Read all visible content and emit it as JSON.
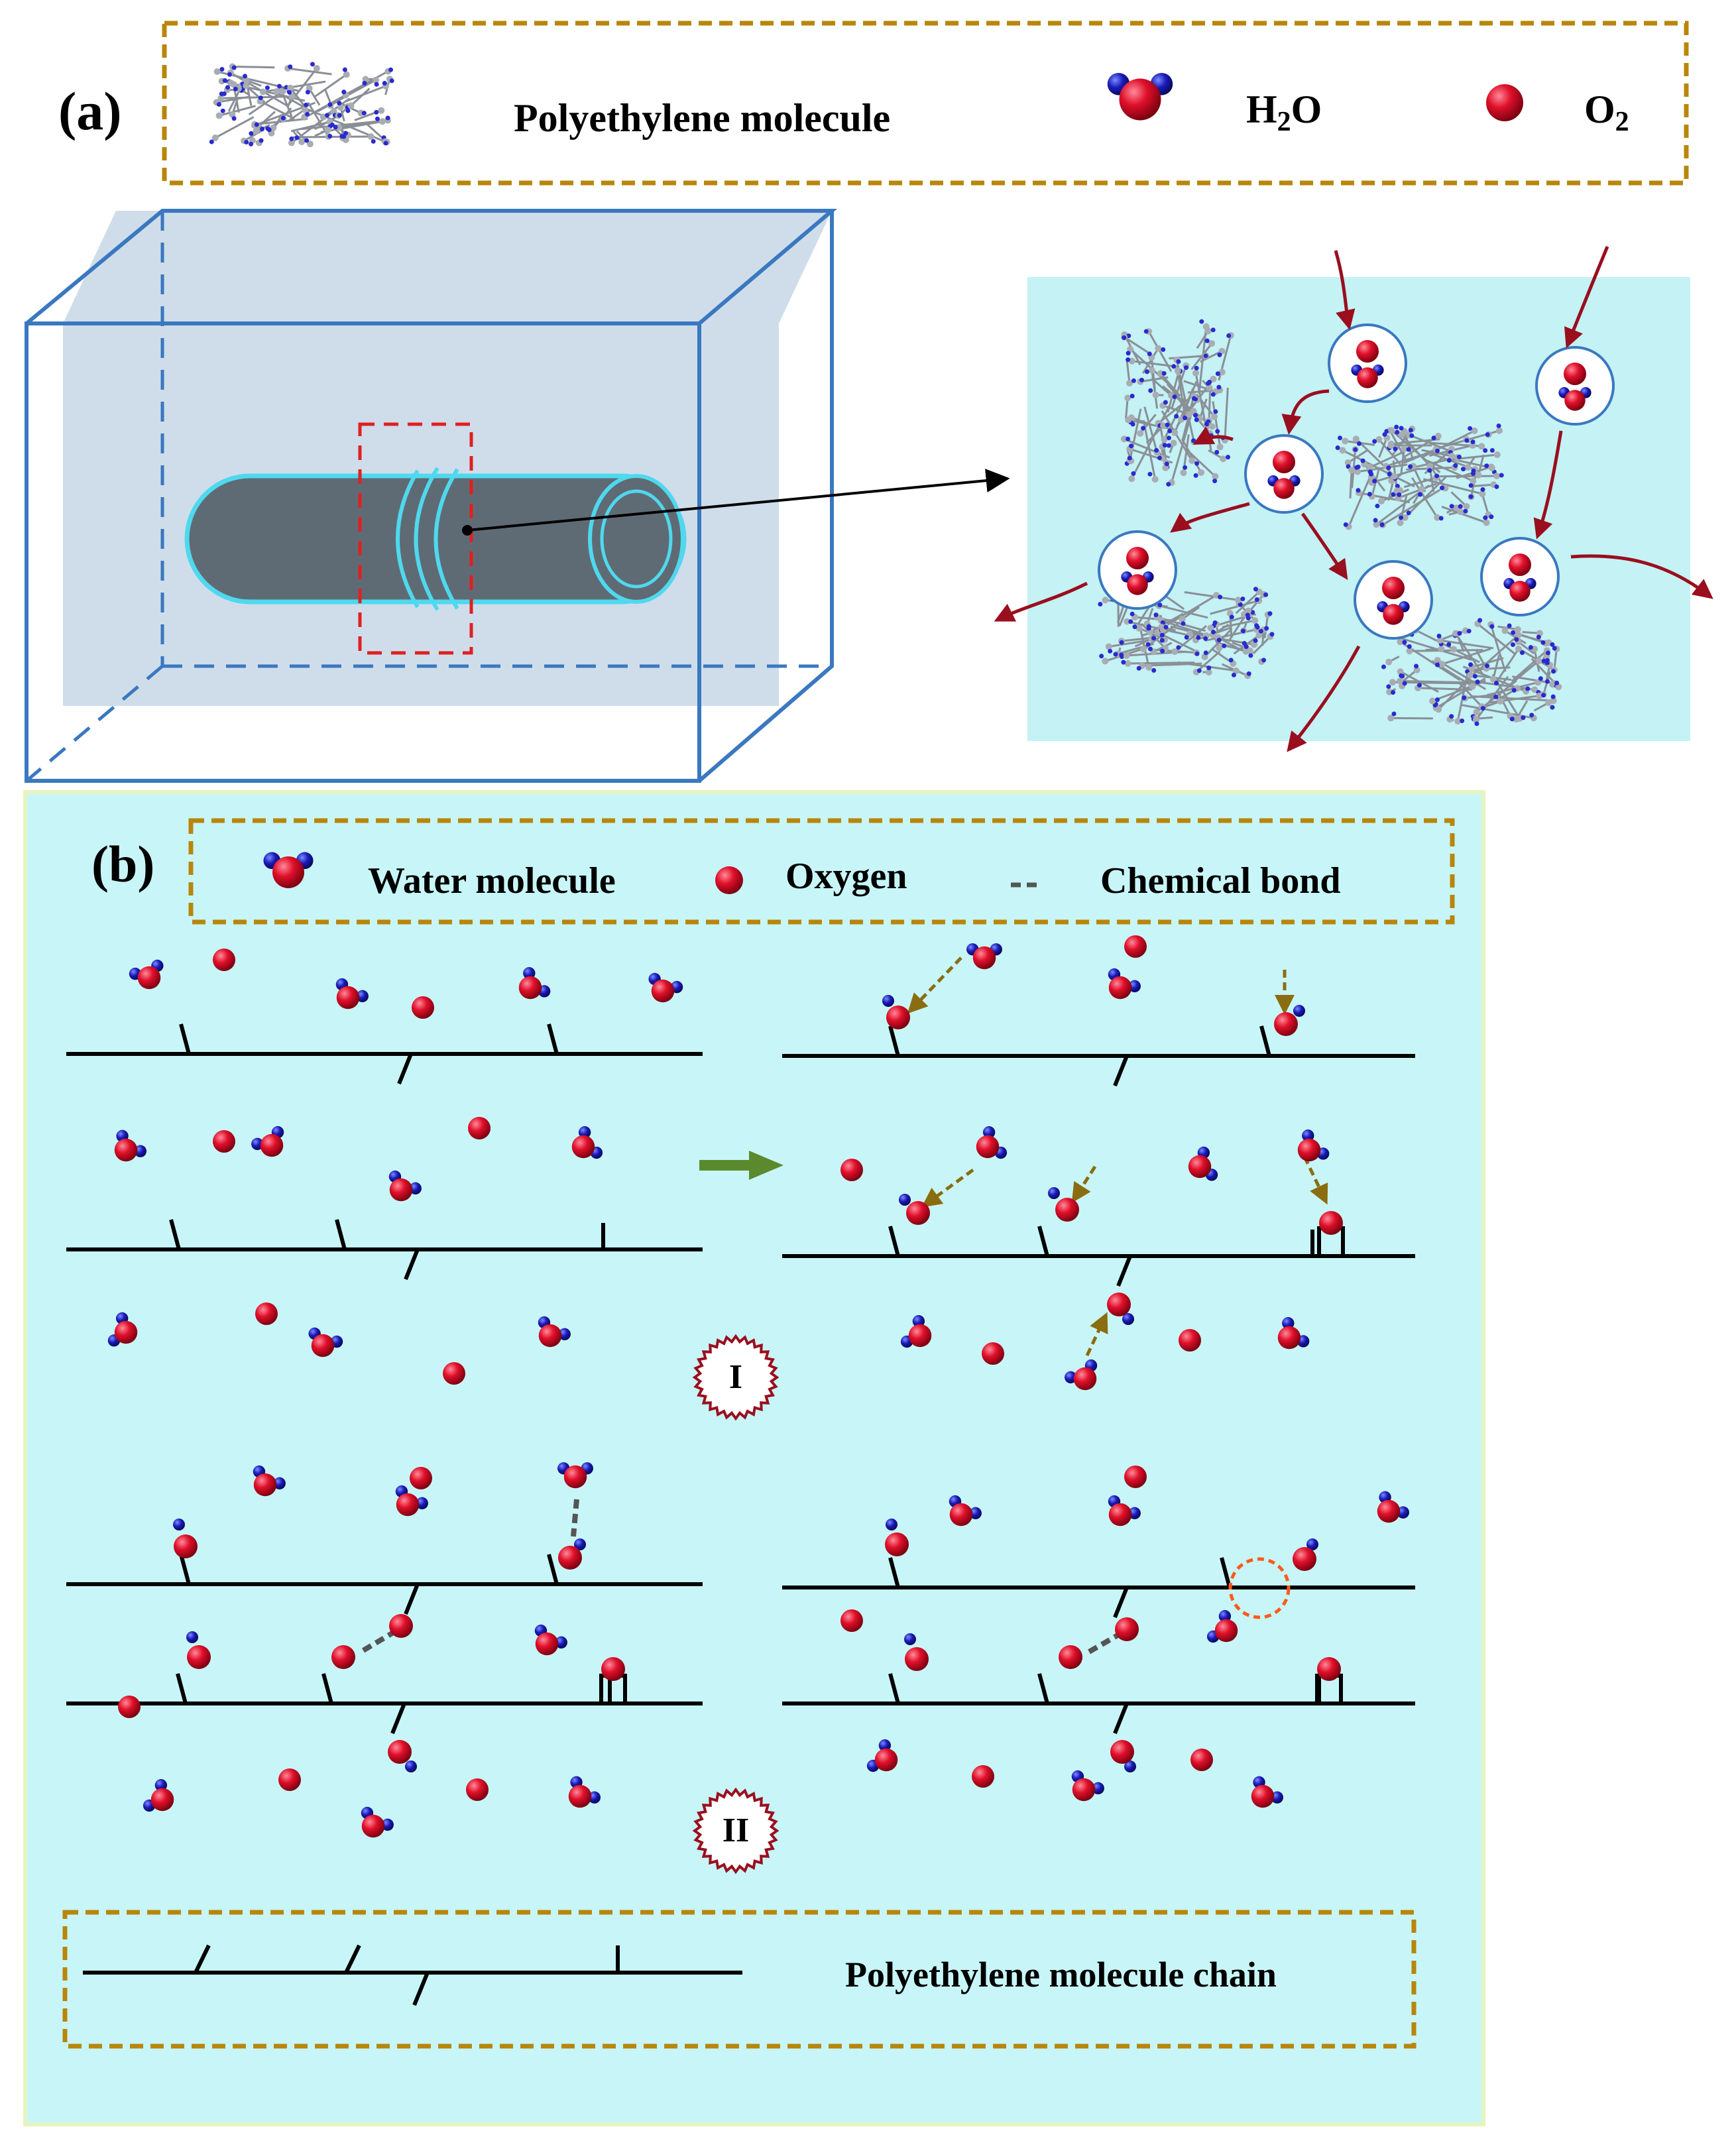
{
  "panel_a": {
    "label": "(a)",
    "legend": {
      "polyethylene": "Polyethylene molecule",
      "h2o_main": "H",
      "h2o_sub": "2",
      "h2o_end": "O",
      "o2_main": "O",
      "o2_sub": "2"
    }
  },
  "panel_b": {
    "label": "(b)",
    "legend": {
      "water": "Water molecule",
      "oxygen": "Oxygen",
      "bond_marker": "--",
      "bond": "Chemical bond"
    },
    "stage_1": "I",
    "stage_2": "II",
    "chain_legend": "Polyethylene molecule chain"
  },
  "colors": {
    "legend_border": "#b8860b",
    "panel_b_bg": "#c8f6f8",
    "magnify_bg": "#c4f2f5",
    "box_edge": "#3a78c0",
    "pipe_outline": "#4fd8ee",
    "selection_box": "#e02020",
    "path_arrow": "#9a0e1e",
    "oxygen": "#e0102a",
    "hydrogen": "#1a1ab8",
    "transfer_arrow": "#8a6d10",
    "flow_arrow": "#5b8a2e"
  }
}
